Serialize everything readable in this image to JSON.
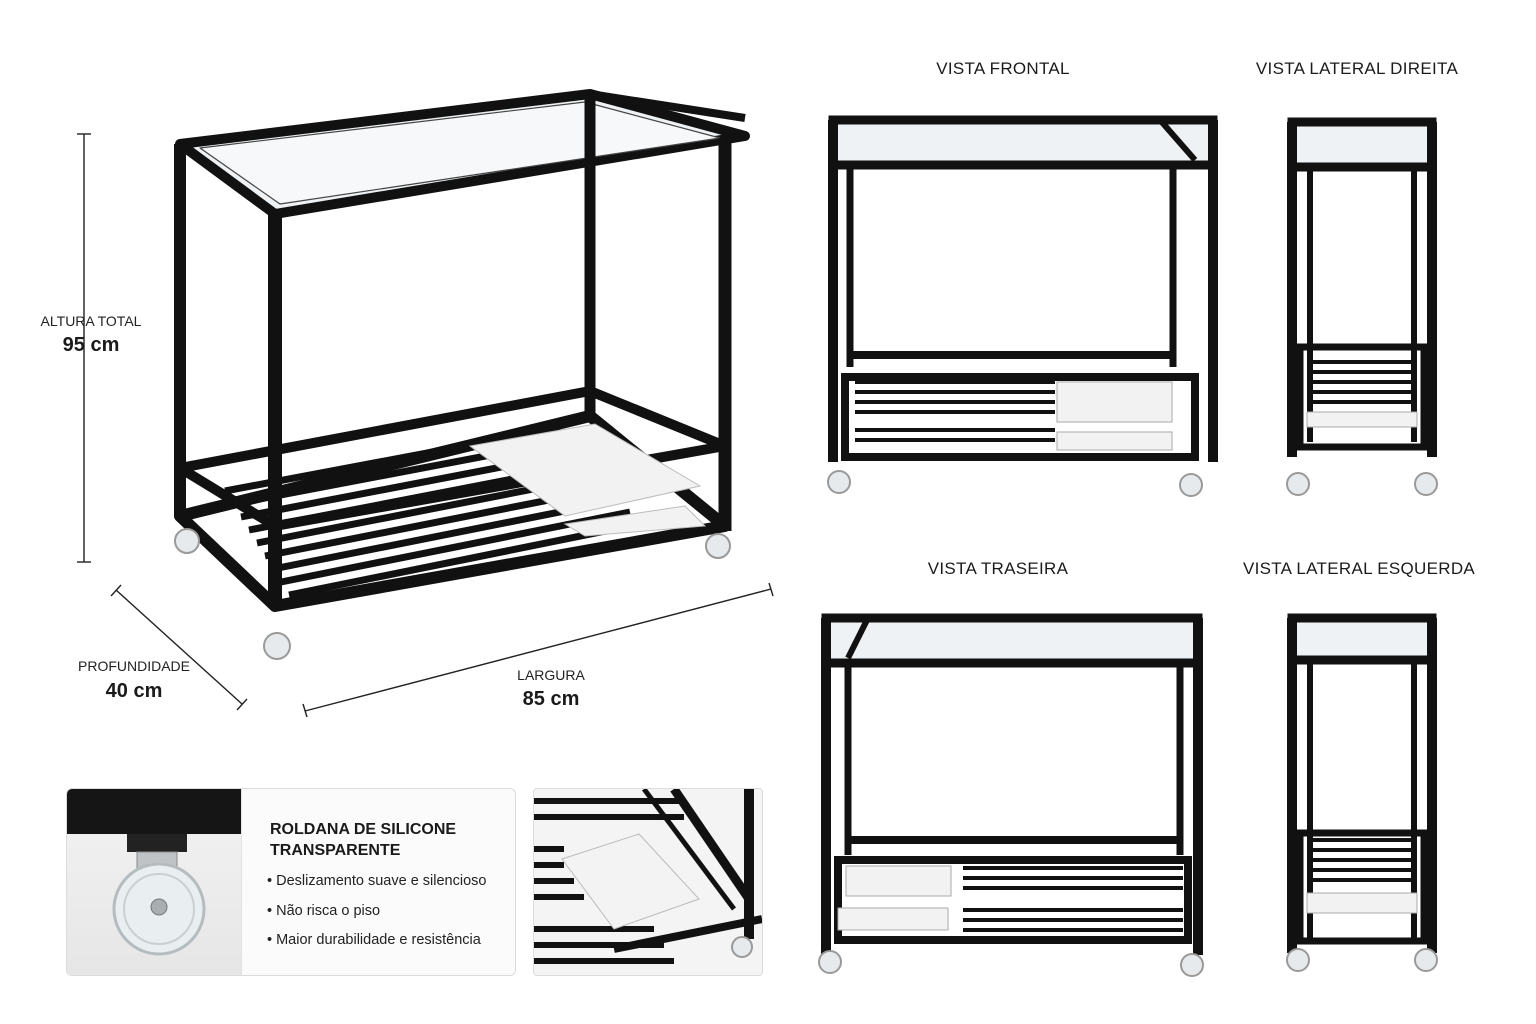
{
  "views": {
    "front": "VISTA FRONTAL",
    "right": "VISTA LATERAL DIREITA",
    "back": "VISTA TRASEIRA",
    "left": "VISTA LATERAL ESQUERDA"
  },
  "dimensions": {
    "height": {
      "label": "ALTURA TOTAL",
      "value": "95 cm"
    },
    "depth": {
      "label": "PROFUNDIDADE",
      "value": "40 cm"
    },
    "width": {
      "label": "LARGURA",
      "value": "85 cm"
    }
  },
  "feature": {
    "title_line1": "ROLDANA DE SILICONE",
    "title_line2": "TRANSPARENTE",
    "bullets": [
      "• Deslizamento suave e silencioso",
      "• Não risca o piso",
      "• Maior durabilidade e resistência"
    ]
  },
  "colors": {
    "frame": "#111111",
    "glass": "#eef2f4",
    "marble": "#f2f2f2",
    "background": "#ffffff"
  }
}
